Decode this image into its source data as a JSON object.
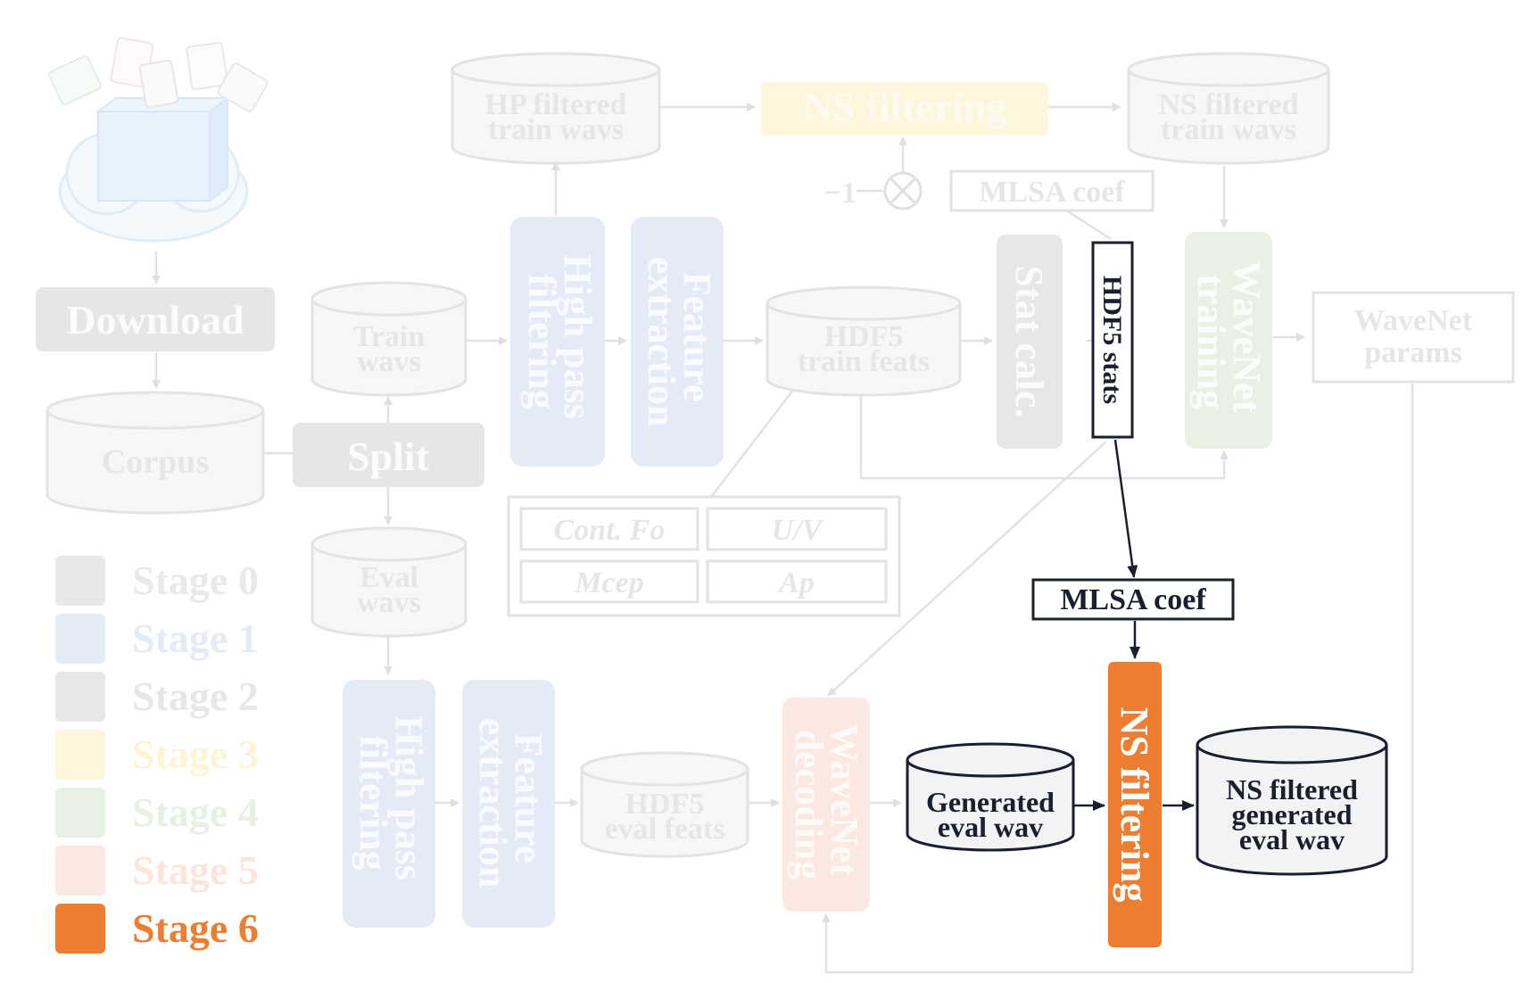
{
  "stage_colors": {
    "stage0": "#e8e8e8",
    "stage1": "#e4eaf6",
    "stage2": "#e6e7e9",
    "stage3": "#fdf6dc",
    "stage4": "#e9f1e4",
    "stage5": "#fbe8e0",
    "stage6": "#ed7d31"
  },
  "nodes": {
    "download": "Download",
    "corpus": "Corpus",
    "split": "Split",
    "train_wavs": [
      "Train",
      "wavs"
    ],
    "eval_wavs": [
      "Eval",
      "wavs"
    ],
    "hp_filtered_train": [
      "HP filtered",
      "train wavs"
    ],
    "ns_filtering_top": "NS filtering",
    "ns_filtered_train": [
      "NS filtered",
      "train wavs"
    ],
    "mlsa_coef_top": "MLSA coef",
    "minus_one": "−1",
    "high_pass_top": [
      "High pass",
      "filtering"
    ],
    "feature_extraction_top": [
      "Feature",
      "extraction"
    ],
    "hdf5_train": [
      "HDF5",
      "train feats"
    ],
    "stat_calc": "Stat calc.",
    "hdf5_stats": "HDF5 stats",
    "wavenet_training": [
      "WaveNet",
      "training"
    ],
    "wavenet_params": [
      "WaveNet",
      "params"
    ],
    "feats": [
      "Cont. Fo",
      "U/V",
      "Mcep",
      "Ap"
    ],
    "mlsa_coef_active": "MLSA coef",
    "high_pass_bottom": [
      "High pass",
      "filtering"
    ],
    "feature_extraction_bottom": [
      "Feature",
      "extraction"
    ],
    "hdf5_eval": [
      "HDF5",
      "eval feats"
    ],
    "wavenet_decoding": [
      "WaveNet",
      "decoding"
    ],
    "generated_eval_wav": [
      "Generated",
      "eval wav"
    ],
    "ns_filtering_active": "NS filtering",
    "ns_filtered_generated": [
      "NS filtered",
      "generated",
      "eval wav"
    ]
  },
  "legend": [
    {
      "label": "Stage 0",
      "color": "#e8e8e8",
      "text_color": "#e9e9e9"
    },
    {
      "label": "Stage 1",
      "color": "#e4eaf6",
      "text_color": "#e4eaf6"
    },
    {
      "label": "Stage 2",
      "color": "#e6e7e9",
      "text_color": "#e6e7e9"
    },
    {
      "label": "Stage 3",
      "color": "#fdf6dc",
      "text_color": "#fdf4d6"
    },
    {
      "label": "Stage 4",
      "color": "#e9f1e4",
      "text_color": "#e8f0e2"
    },
    {
      "label": "Stage 5",
      "color": "#fbe8e0",
      "text_color": "#fbe6dc"
    },
    {
      "label": "Stage 6",
      "color": "#ed7d31",
      "text_color": "#ed7d31"
    }
  ]
}
